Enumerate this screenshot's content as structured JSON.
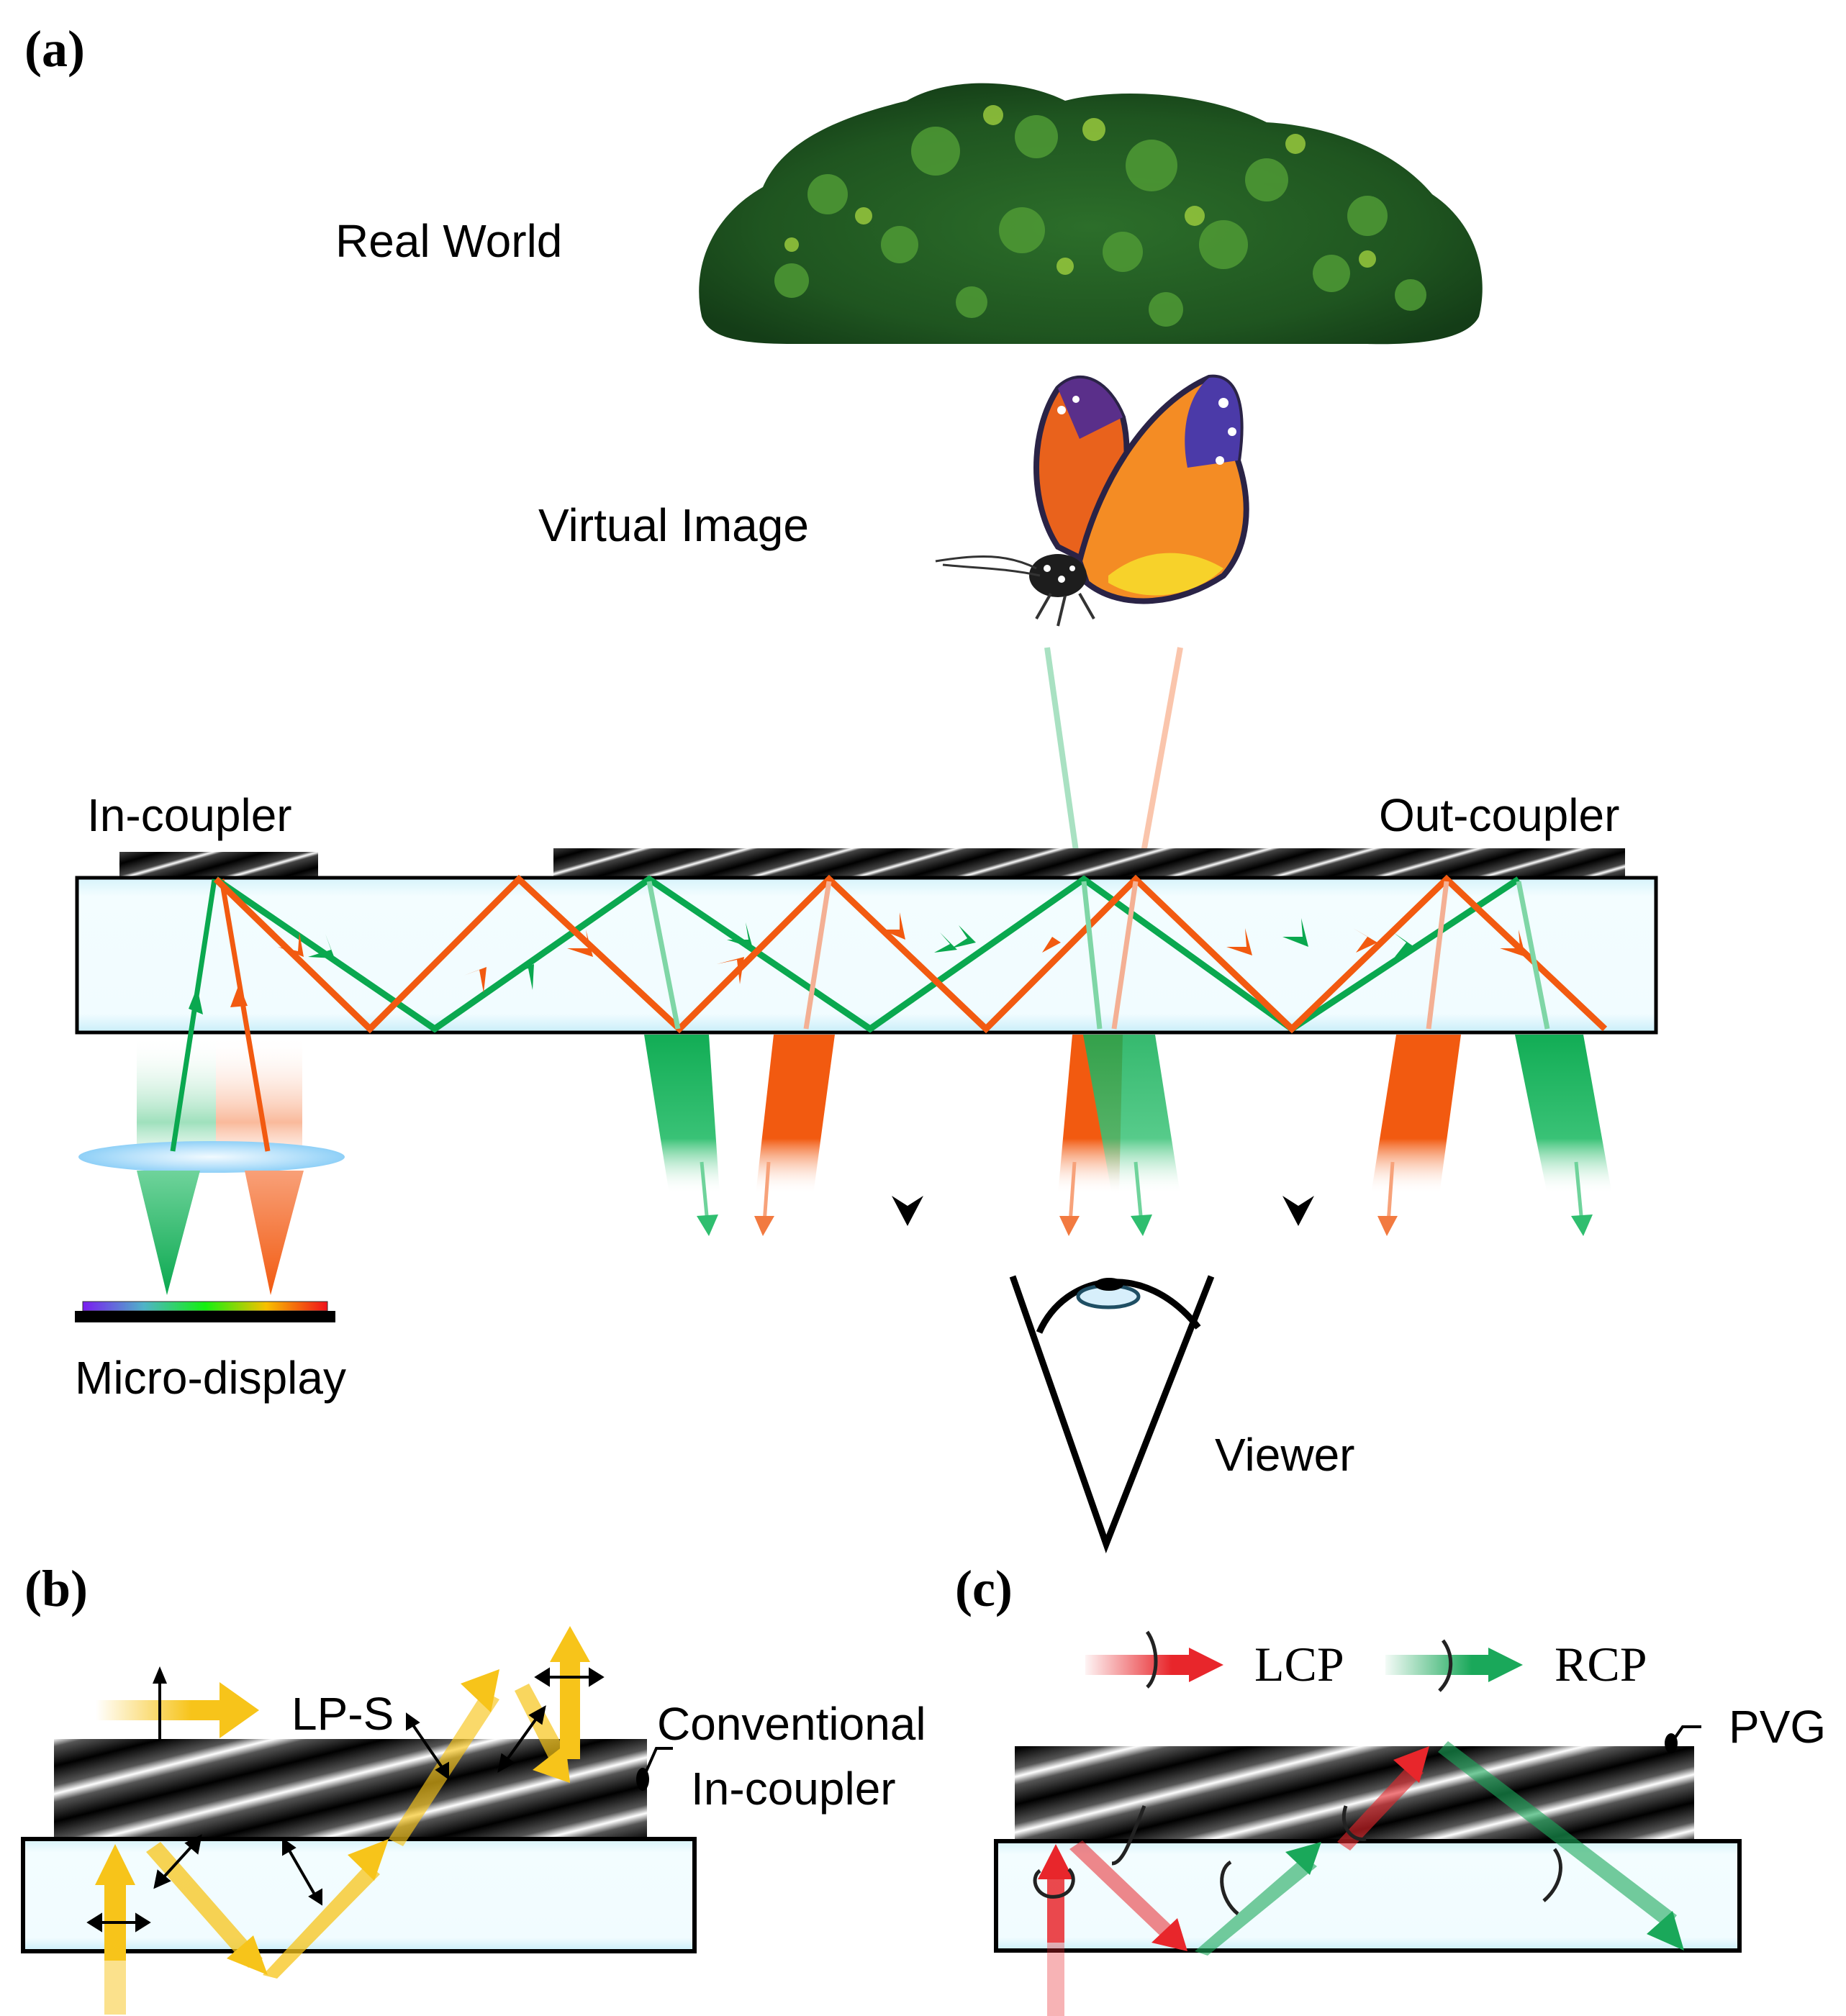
{
  "panels": {
    "a": {
      "label": "(a)",
      "real_world_label": "Real World",
      "virtual_image_label": "Virtual Image",
      "in_coupler_label": "In-coupler",
      "out_coupler_label": "Out-coupler",
      "micro_display_label": "Micro-display",
      "viewer_label": "Viewer",
      "objects": {
        "real_world": "bush-icon",
        "virtual_image": "butterfly-icon",
        "lens": "lens-icon",
        "display": "micro-display-icon",
        "eye": "eye-icon"
      }
    },
    "b": {
      "label": "(b)",
      "legend_label": "LP-S",
      "grating_label_line1": "Conventional",
      "grating_label_line2": "In-coupler"
    },
    "c": {
      "label": "(c)",
      "legend_lcp_label": "LCP",
      "legend_rcp_label": "RCP",
      "grating_label": "PVG"
    }
  },
  "colors": {
    "green_ray": "#0aa84f",
    "orange_ray": "#f25a10",
    "yellow_beam": "#f7c41a",
    "red_beam": "#e8262b",
    "waveguide_fill": "#eefbfd",
    "waveguide_edge": "#000000",
    "lens_fill": "#9fd6f7"
  }
}
